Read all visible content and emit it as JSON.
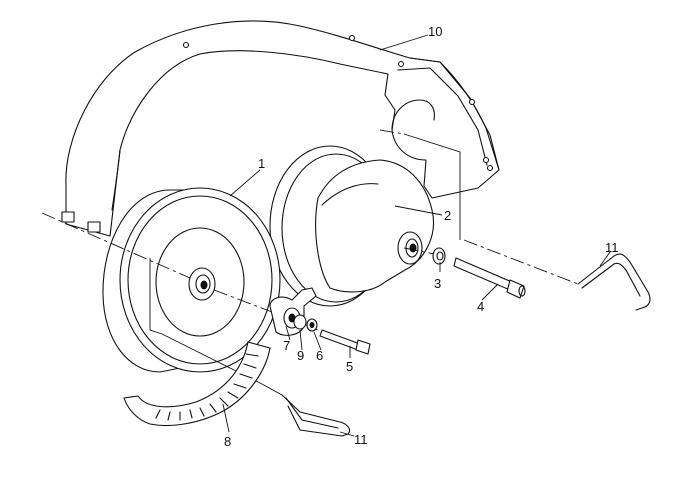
{
  "callouts": {
    "c1": "1",
    "c2": "2",
    "c3": "3",
    "c4": "4",
    "c5": "5",
    "c6": "6",
    "c7": "7",
    "c8": "8",
    "c9": "9",
    "c10": "10",
    "c11a": "11",
    "c11b": "11"
  }
}
